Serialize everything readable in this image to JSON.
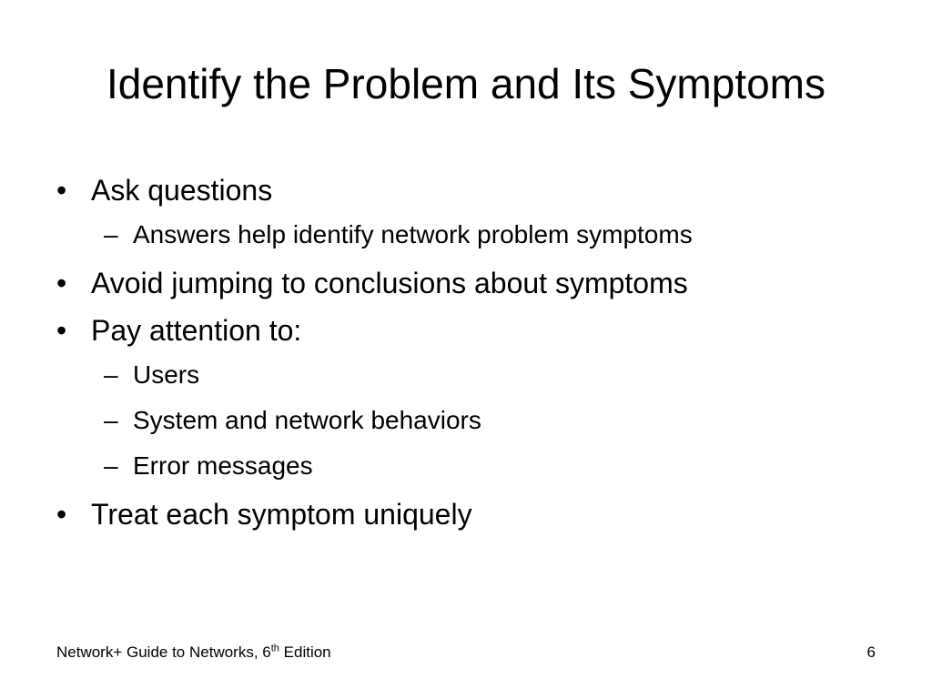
{
  "slide": {
    "title": "Identify the Problem and Its Symptoms",
    "bullet_symbol": "•",
    "dash_symbol": "–",
    "items": [
      {
        "text": "Ask questions"
      },
      {
        "text": "Answers help identify network problem symptoms"
      },
      {
        "text": "Avoid jumping to conclusions about symptoms"
      },
      {
        "text": "Pay attention to:"
      },
      {
        "text": "Users"
      },
      {
        "text": "System and network behaviors"
      },
      {
        "text": "Error messages"
      },
      {
        "text": "Treat each symptom uniquely"
      }
    ]
  },
  "footer": {
    "prefix": "Network+ Guide to Networks, 6",
    "superscript": "th",
    "suffix": " Edition",
    "page_number": "6"
  }
}
